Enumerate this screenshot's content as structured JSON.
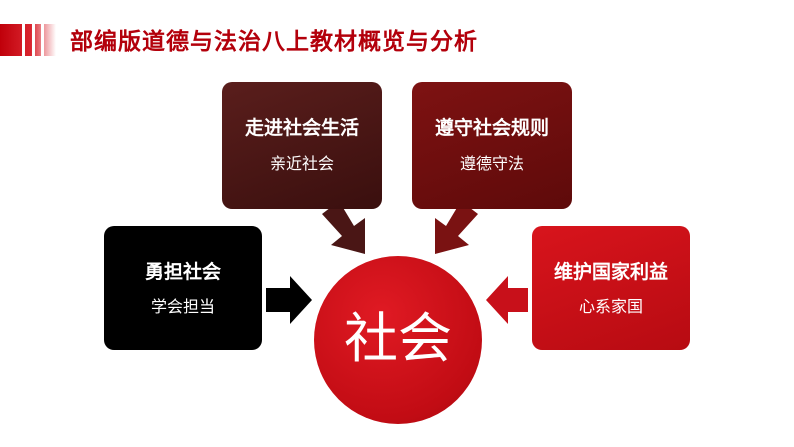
{
  "title": "部编版道德与法治八上教材概览与分析",
  "center": {
    "label": "社会"
  },
  "boxes": {
    "top_left": {
      "heading": "走进社会生活",
      "subtitle": "亲近社会"
    },
    "top_right": {
      "heading": "遵守社会规则",
      "subtitle": "遵德守法"
    },
    "left": {
      "heading": "勇担社会",
      "subtitle": "学会担当"
    },
    "right": {
      "heading": "维护国家利益",
      "subtitle": "心系家国"
    }
  },
  "colors": {
    "accent": "#b3000b",
    "circle": "#c20c14",
    "box_top_left": "#4a1615",
    "box_top_right": "#6e0e0e",
    "box_left": "#000000",
    "box_right": "#c8101a"
  }
}
